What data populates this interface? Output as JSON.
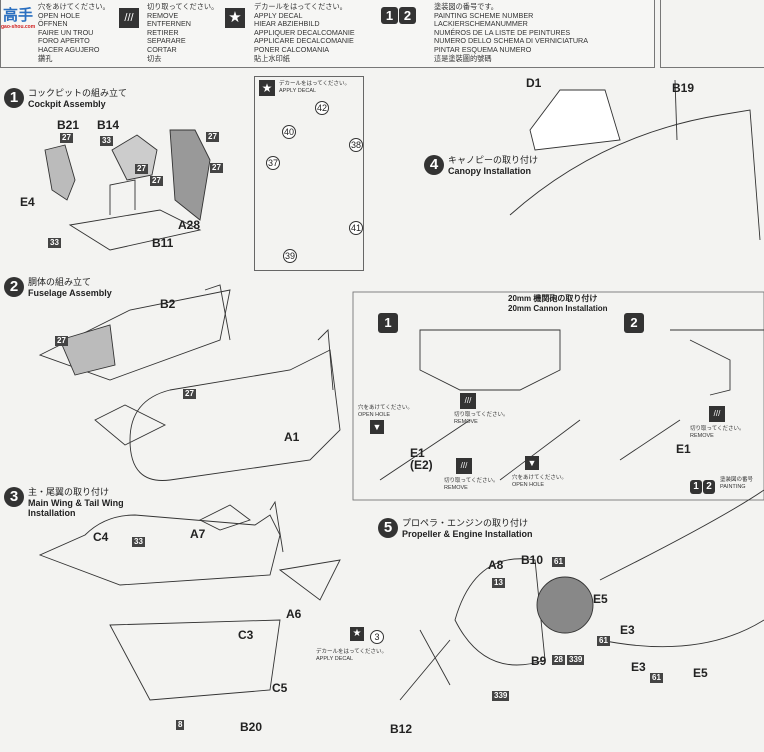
{
  "legend": {
    "open_hole": [
      "穴をあけてください。",
      "OPEN HOLE",
      "ÖFFNEN",
      "FAIRE UN TROU",
      "FORO APERTO",
      "HACER AGUJERO",
      "鑽孔"
    ],
    "remove": [
      "切り取ってください。",
      "REMOVE",
      "ENTFERNEN",
      "RETIRER",
      "SEPARARE",
      "CORTAR",
      "切去"
    ],
    "apply_decal": [
      "デカールをはってください。",
      "APPLY DECAL",
      "HIEAR ABZIEHBILD",
      "APPLIQUER DECALCOMANIE",
      "APPLICARE DECALCOMANIE",
      "PONER CALCOMANIA",
      "貼上水印紙"
    ],
    "painting_scheme": [
      "塗装図の番号です。",
      "PAINTING SCHEME NUMBER",
      "LACKIERSCHEMANUMMER",
      "NUMÉROS DE LA LISTE DE PEINTURES",
      "NUMERO DELLO SCHEMA DI VERNICIATURA",
      "PINTAR ESQUEMA NUMERO",
      "這是塗裝圖的號碼"
    ],
    "scheme_numbers": [
      "1",
      "2"
    ]
  },
  "watermark": {
    "top": "高手",
    "bottom": "gao-shou.com"
  },
  "steps": [
    {
      "num": "1",
      "jp": "コックピットの組み立て",
      "en": "Cockpit Assembly"
    },
    {
      "num": "2",
      "jp": "胴体の組み立て",
      "en": "Fuselage Assembly"
    },
    {
      "num": "3",
      "jp": "主・尾翼の取り付け",
      "en": "Main Wing & Tail Wing Installation"
    },
    {
      "num": "4",
      "jp": "キャノピーの取り付け",
      "en": "Canopy Installation"
    },
    {
      "num": "5",
      "jp": "プロペラ・エンジンの取り付け",
      "en": "Propeller & Engine Installation"
    }
  ],
  "decal_panel": {
    "jp": "デカールをはってください。",
    "en": "APPLY DECAL",
    "numbers": [
      "42",
      "40",
      "38",
      "37",
      "41",
      "39"
    ]
  },
  "cannon": {
    "jp": "20mm 機関砲の取り付け",
    "en": "20mm Cannon Installation",
    "scheme1": "1",
    "scheme2": "2",
    "open_hole_jp": "穴をあけてください。",
    "open_hole_en": "OPEN HOLE",
    "remove_jp": "切り取ってください。",
    "remove_en": "REMOVE",
    "parts_left": "E1",
    "parts_left2": "(E2)",
    "parts_right": "E1",
    "painting_jp": "塗装図の番号",
    "painting_en": "PAINTING"
  },
  "step5_decal": {
    "jp": "デカールをはってください。",
    "en": "APPLY DECAL"
  },
  "parts": [
    "B21",
    "B14",
    "E4",
    "A28",
    "B11",
    "B2",
    "A1",
    "C4",
    "A7",
    "A6",
    "C3",
    "C5",
    "B20",
    "D1",
    "B19",
    "B10",
    "A8",
    "E5",
    "E3",
    "E3",
    "E5",
    "B9",
    "B12"
  ],
  "paint_boxes": [
    "27",
    "33",
    "27",
    "27",
    "27",
    "33",
    "27",
    "27",
    "27",
    "33",
    "8",
    "13",
    "61",
    "61",
    "61",
    "28",
    "339",
    "339"
  ],
  "decal_circles": [
    "3"
  ]
}
